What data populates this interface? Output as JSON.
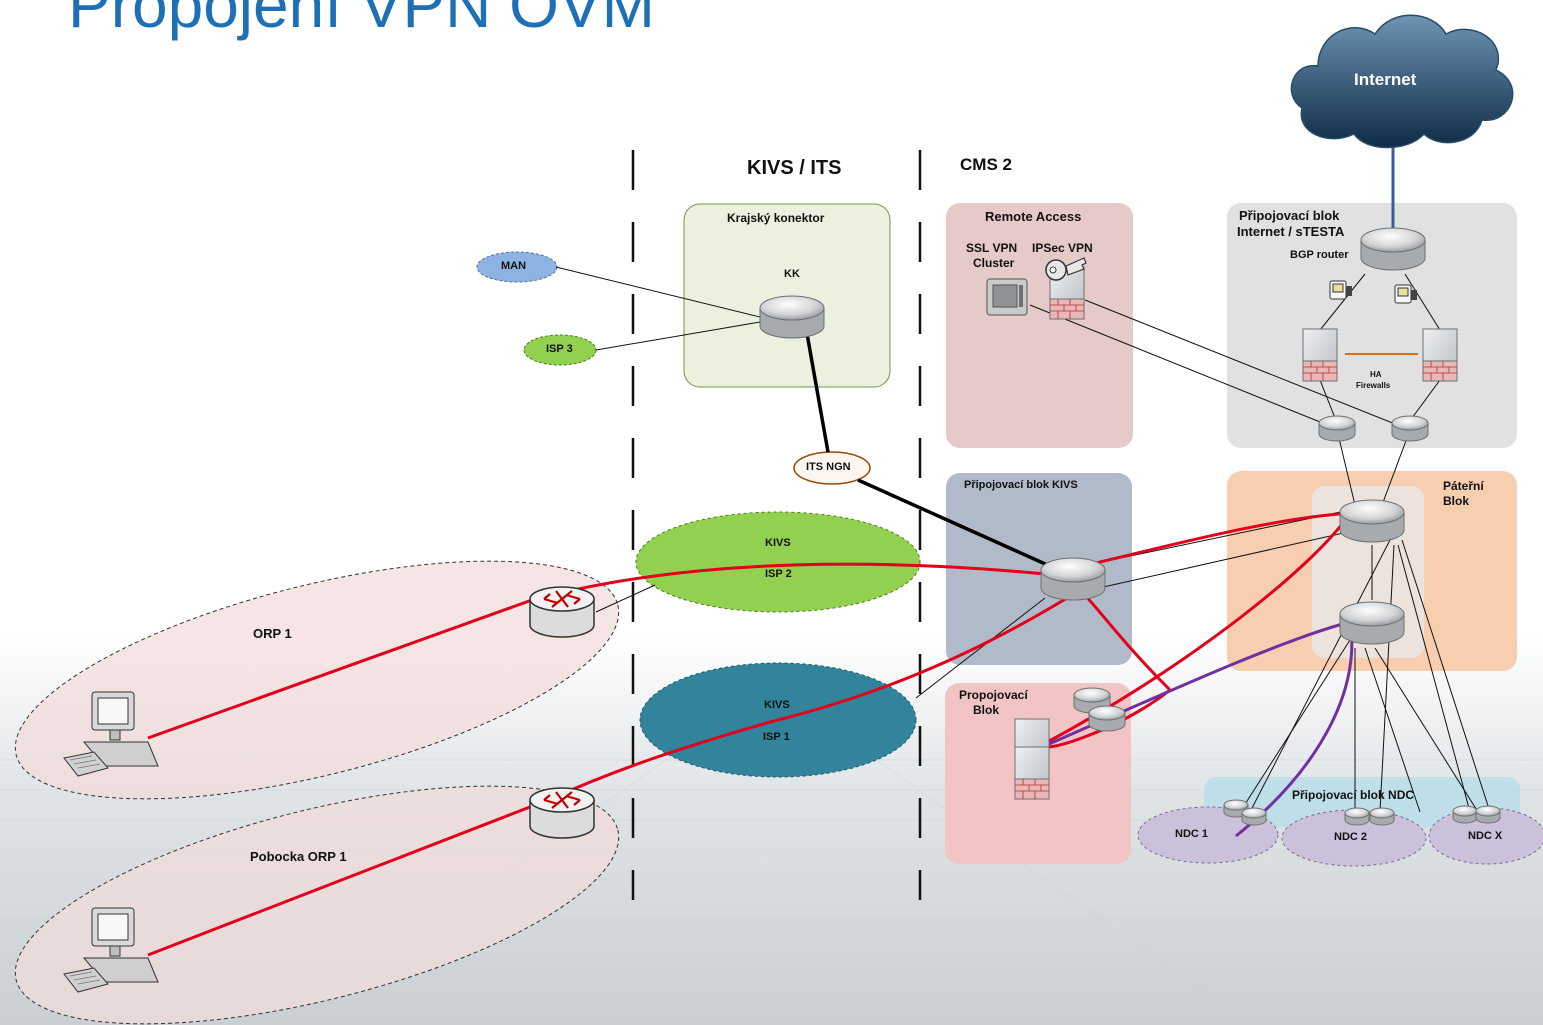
{
  "title": "Propojení VPN OVM",
  "headers": {
    "kivs_its": "KIVS / ITS",
    "cms2": "CMS 2"
  },
  "clouds": {
    "internet": "Internet"
  },
  "blocks": {
    "krajsky_konektor": "Krajský konektor",
    "remote_access": "Remote Access",
    "pripojovaci_internet_line1": "Připojovací blok",
    "pripojovaci_internet_line2": "Internet / sTESTA",
    "pripojovaci_kivs": "Připojovací blok KIVS",
    "paterni_line1": "Páteřní",
    "paterni_line2": "Blok",
    "propojovaci_line1": "Propojovací",
    "propojovaci_line2": "Blok",
    "pripojovaci_ndc": "Připojovací blok NDC"
  },
  "nodes": {
    "kk": "KK",
    "ssl_vpn_line1": "SSL VPN",
    "ssl_vpn_line2": "Cluster",
    "ipsec_vpn": "IPSec VPN",
    "bgp_router": "BGP router",
    "ha_line1": "HA",
    "ha_line2": "Firewalls"
  },
  "networks": {
    "man": "MAN",
    "isp3": "ISP 3",
    "its_ngn": "ITS NGN",
    "kivs_isp2_a": "KIVS",
    "kivs_isp2_b": "ISP 2",
    "kivs_isp1_a": "KIVS",
    "kivs_isp1_b": "ISP 1",
    "ndc1": "NDC 1",
    "ndc2": "NDC 2",
    "ndcx": "NDC X"
  },
  "sites": {
    "orp1": "ORP 1",
    "pobocka": "Pobocka ORP 1"
  },
  "colors": {
    "title": "#1d6fb6",
    "vpn_path": "#e3001b",
    "ndc_path": "#7030a0",
    "ha_link": "#e36c0a",
    "kivs_isp2": "#92d050",
    "kivs_isp1": "#31849b",
    "man": "#8db3e2",
    "isp3": "#92d050"
  }
}
